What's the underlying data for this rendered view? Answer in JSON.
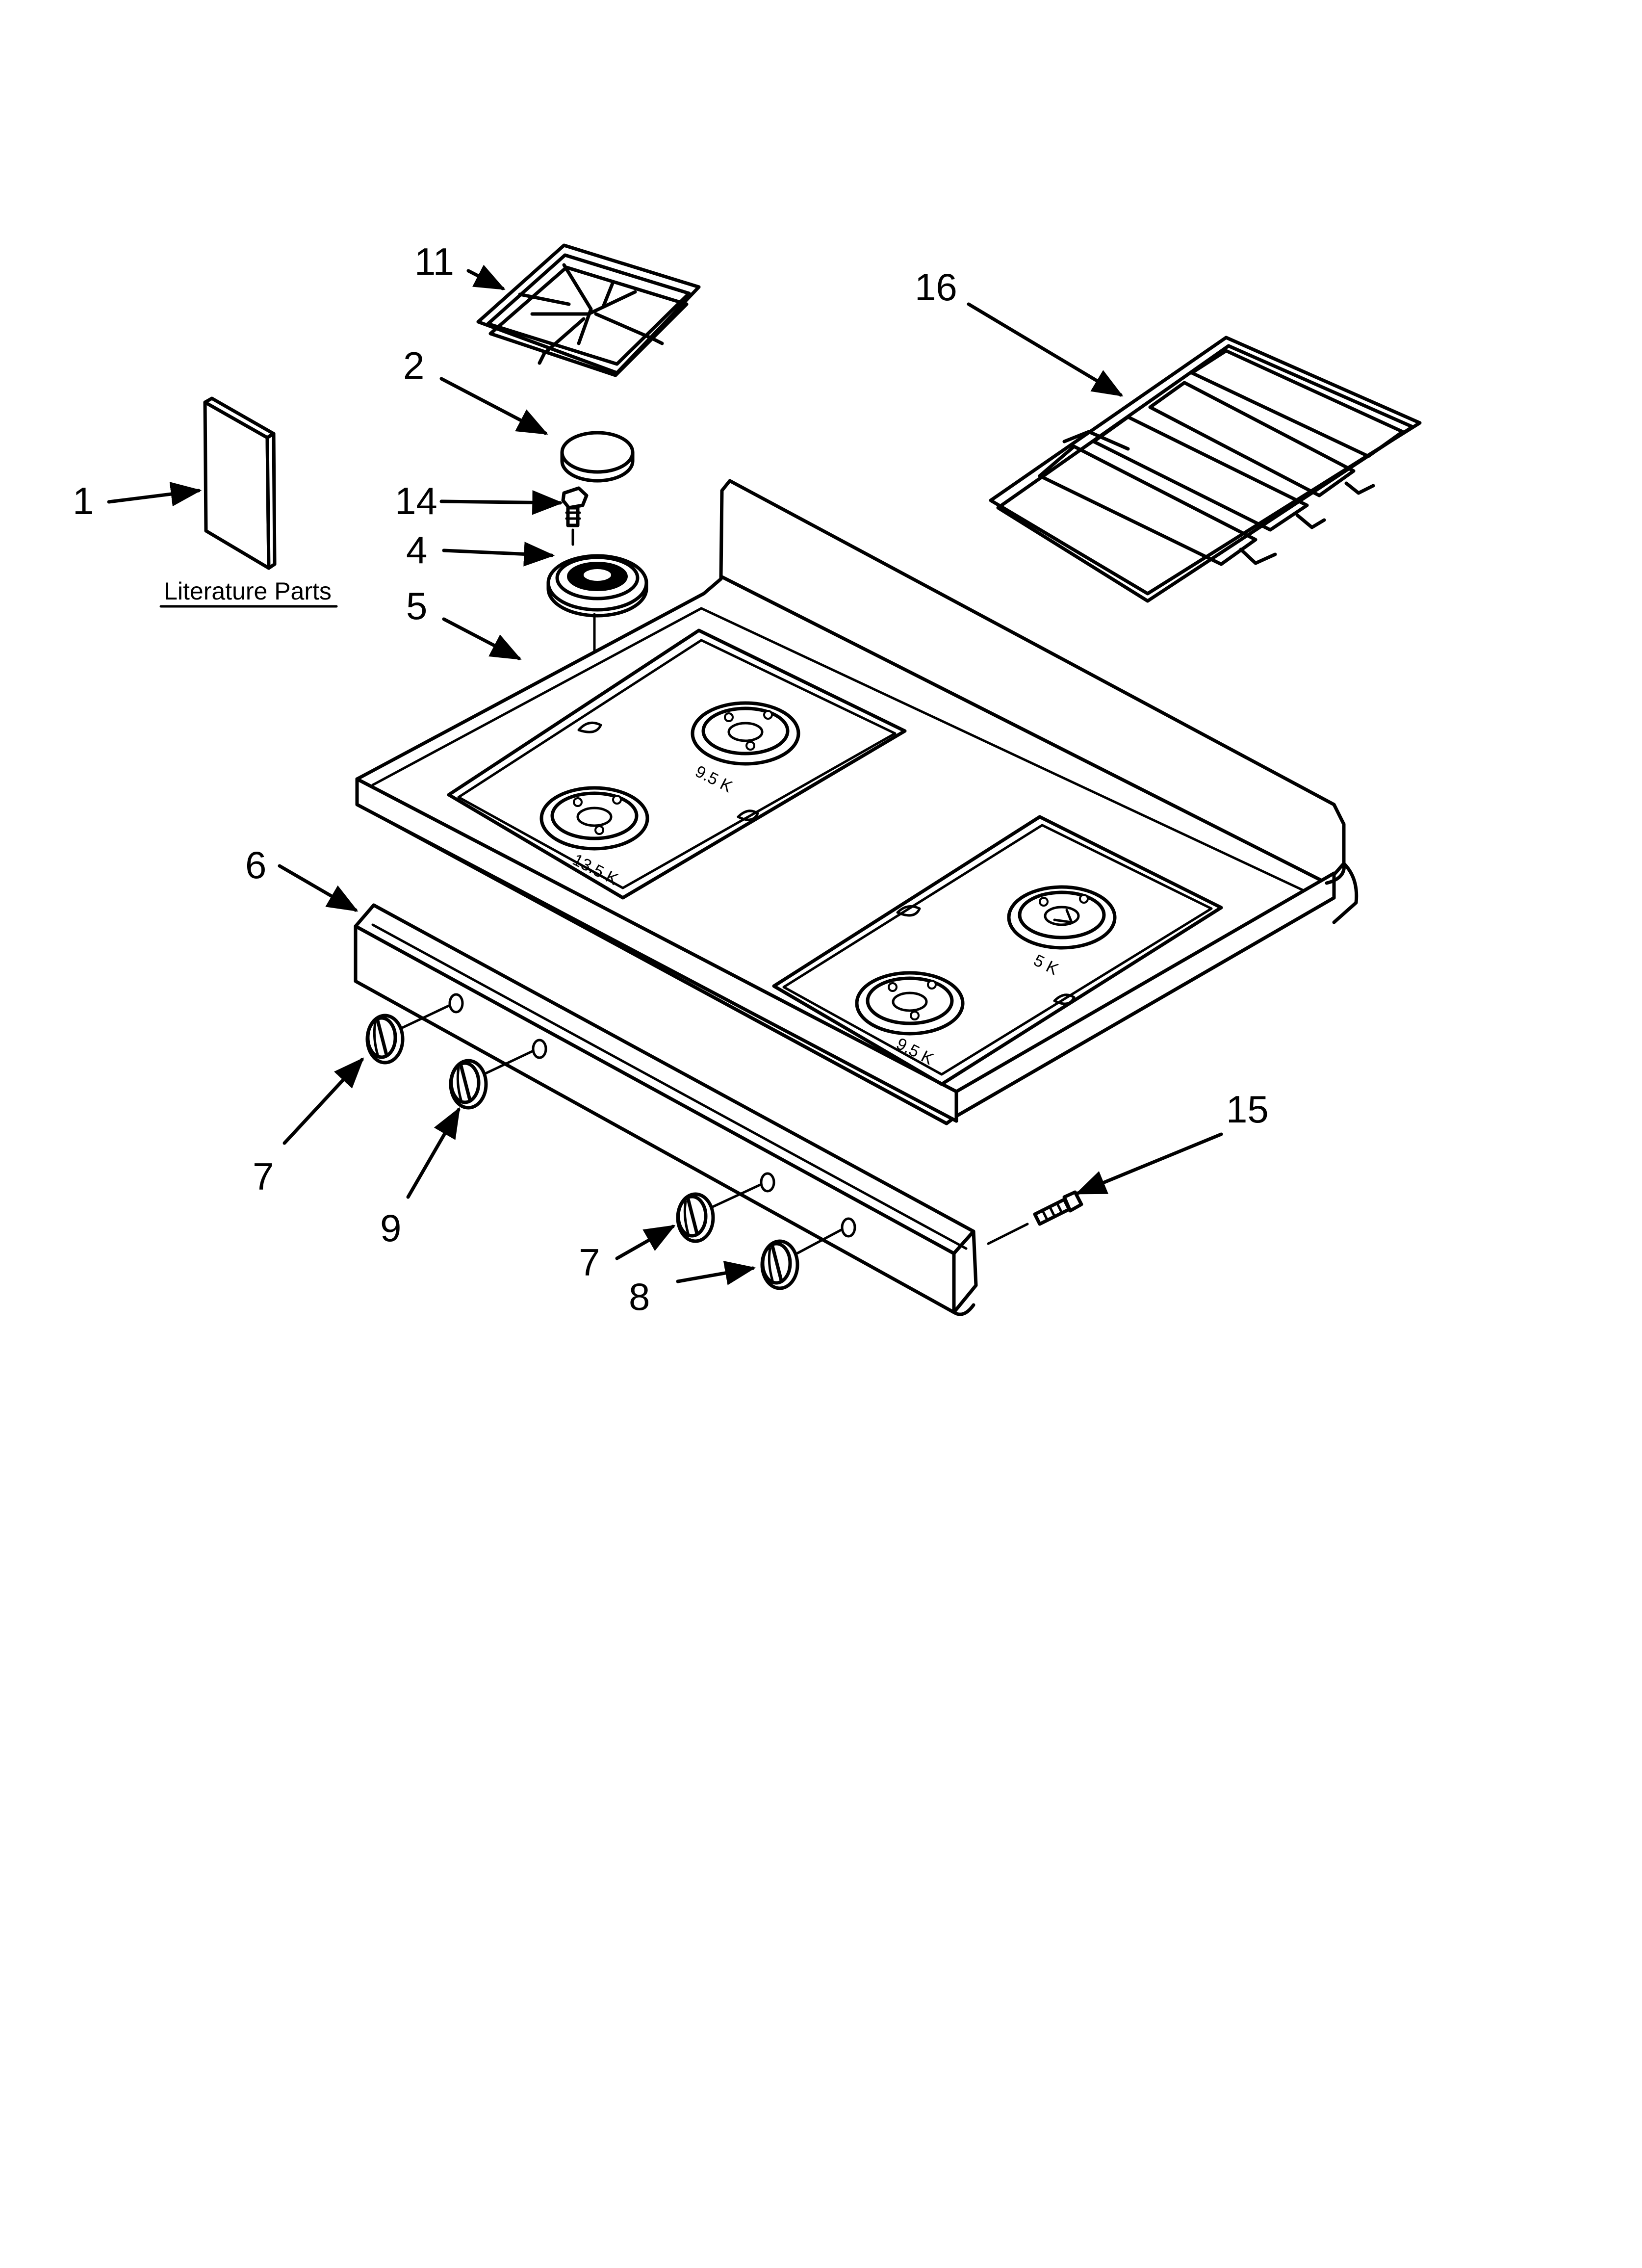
{
  "diagram": {
    "callouts": {
      "c1": "1",
      "c2": "2",
      "c4": "4",
      "c5": "5",
      "c6": "6",
      "c7a": "7",
      "c7b": "7",
      "c8": "8",
      "c9": "9",
      "c11": "11",
      "c14": "14",
      "c15": "15",
      "c16": "16"
    },
    "literature_label": "Literature Parts",
    "burner_ratings": {
      "front_left": "13.5 K",
      "rear_left": "9.5 K",
      "rear_right": "5 K",
      "front_right": "9.5 K"
    }
  }
}
